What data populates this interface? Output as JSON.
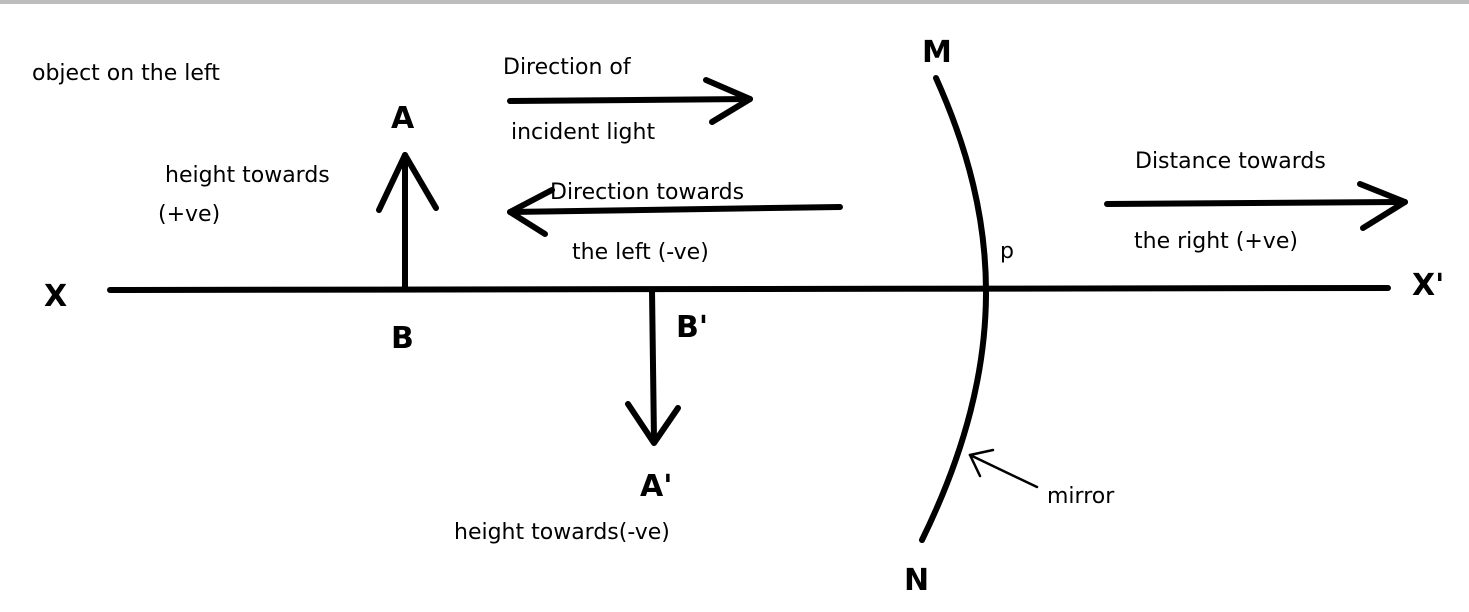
{
  "labels": {
    "object_note": "object on the left",
    "incident_top": "Direction of",
    "incident_bottom": "incident light",
    "left_top": "Direction towards",
    "left_bottom": "the left (-ve)",
    "right_top": "Distance towards",
    "right_bottom": "the right (+ve)",
    "height_pos_top": "height towards",
    "height_pos_bottom": "(+ve)",
    "height_neg": "height towards(-ve)",
    "mirror": "mirror",
    "pole": "p"
  },
  "points": {
    "X": "X",
    "X_prime": "X'",
    "A": "A",
    "B": "B",
    "A_prime": "A'",
    "B_prime": "B'",
    "M": "M",
    "N": "N"
  },
  "colors": {
    "line": "#000000",
    "background": "#ffffff",
    "top_rule": "#bdbdbd"
  }
}
